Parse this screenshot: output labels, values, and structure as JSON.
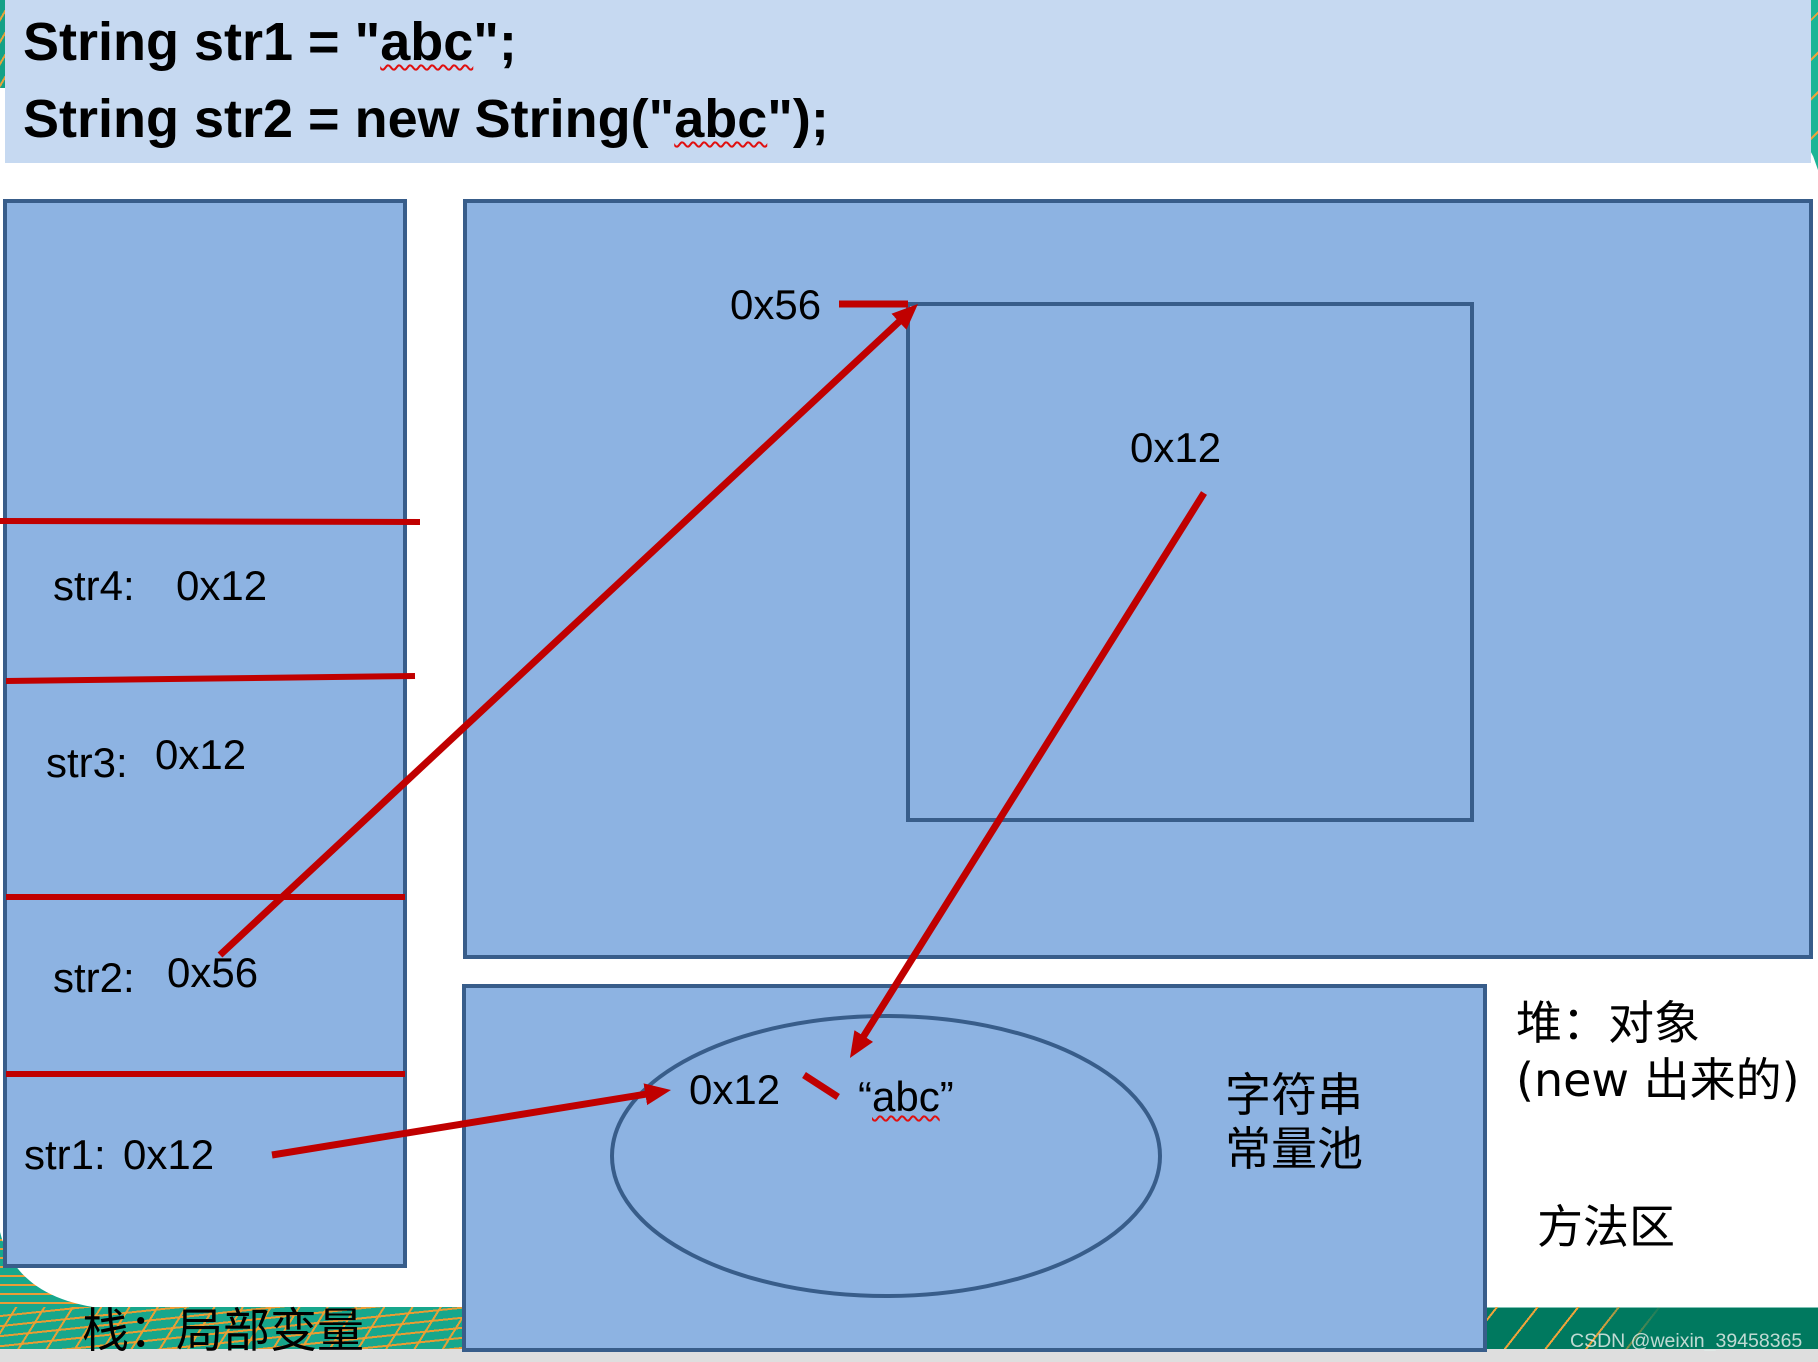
{
  "header": {
    "line1": {
      "prefix": "String str1 = \"",
      "literal": "abc",
      "suffix": "\";"
    },
    "line2": {
      "prefix": "String str2 = new String(\"",
      "literal": "abc",
      "suffix": "\");"
    }
  },
  "stack": {
    "caption": "栈：局部变量",
    "slots": [
      {
        "name": "str4:",
        "value": "0x12"
      },
      {
        "name": "str3:",
        "value": "0x12"
      },
      {
        "name": "str2:",
        "value": "0x56"
      },
      {
        "name": "str1:",
        "value": "0x12"
      }
    ]
  },
  "heap": {
    "caption_line1": "堆：对象",
    "caption_line2": "(new 出来的)",
    "object_address": "0x56",
    "object_field_value": "0x12"
  },
  "method_area": {
    "caption": "方法区",
    "pool_label_line1": "字符串",
    "pool_label_line2": "常量池",
    "pool_entry": {
      "address": "0x12",
      "open_quote": "“",
      "literal": "abc",
      "close_quote": "”"
    }
  },
  "watermark": "CSDN @weixin_39458365",
  "colors": {
    "header_background": "#c6d9f1",
    "box_fill": "#8db3e2",
    "box_border": "#385d8a",
    "reference_arrow": "#c00000",
    "decor_teal": "#17a78c",
    "decor_dark_teal": "#00795f",
    "decor_orange": "#f0a33a"
  }
}
